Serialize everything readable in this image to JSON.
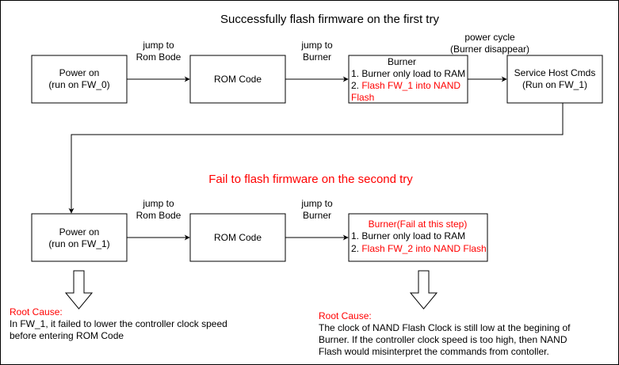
{
  "colors": {
    "stroke": "#000000",
    "text": "#000000",
    "highlight": "#ff0000",
    "background": "#ffffff"
  },
  "titles": {
    "first_try": "Successfully flash firmware on the first try",
    "second_try": "Fail to flash firmware on the second try"
  },
  "row1": {
    "power_on": {
      "line1": "Power on",
      "line2": "(run on FW_0)"
    },
    "jump_rom": {
      "line1": "jump to",
      "line2": "Rom Bode"
    },
    "rom_code": "ROM Code",
    "jump_burner": {
      "line1": "jump to",
      "line2": "Burner"
    },
    "burner": {
      "title": "Burner",
      "item1": "1. Burner only load to RAM",
      "item2_prefix": "2. ",
      "item2_line1": "Flash FW_1 into NAND",
      "item2_line2": "Flash"
    },
    "power_cycle": {
      "line1": "power cycle",
      "line2": "(Burner disappear)"
    },
    "service": {
      "line1": "Service Host Cmds",
      "line2": "(Run on FW_1)"
    }
  },
  "row2": {
    "power_on": {
      "line1": "Power on",
      "line2": "(run on FW_1)"
    },
    "jump_rom": {
      "line1": "jump to",
      "line2": "Rom Bode"
    },
    "rom_code": "ROM Code",
    "jump_burner": {
      "line1": "jump to",
      "line2": "Burner"
    },
    "burner": {
      "title": "Burner(Fail at this step)",
      "item1": "1. Burner only load to RAM",
      "item2_prefix": "2. ",
      "item2": "Flash FW_2 into NAND Flash"
    }
  },
  "root_cause_left": {
    "heading": "Root Cause:",
    "line1": "In FW_1, it failed to lower the controller clock speed",
    "line2": "before entering ROM Code"
  },
  "root_cause_right": {
    "heading": "Root Cause:",
    "line1": "The clock of NAND Flash Clock is still low at the begining of",
    "line2": "Burner. If the controller clock speed is too high, then NAND",
    "line3": "Flash would misinterpret the commands from contoller."
  }
}
